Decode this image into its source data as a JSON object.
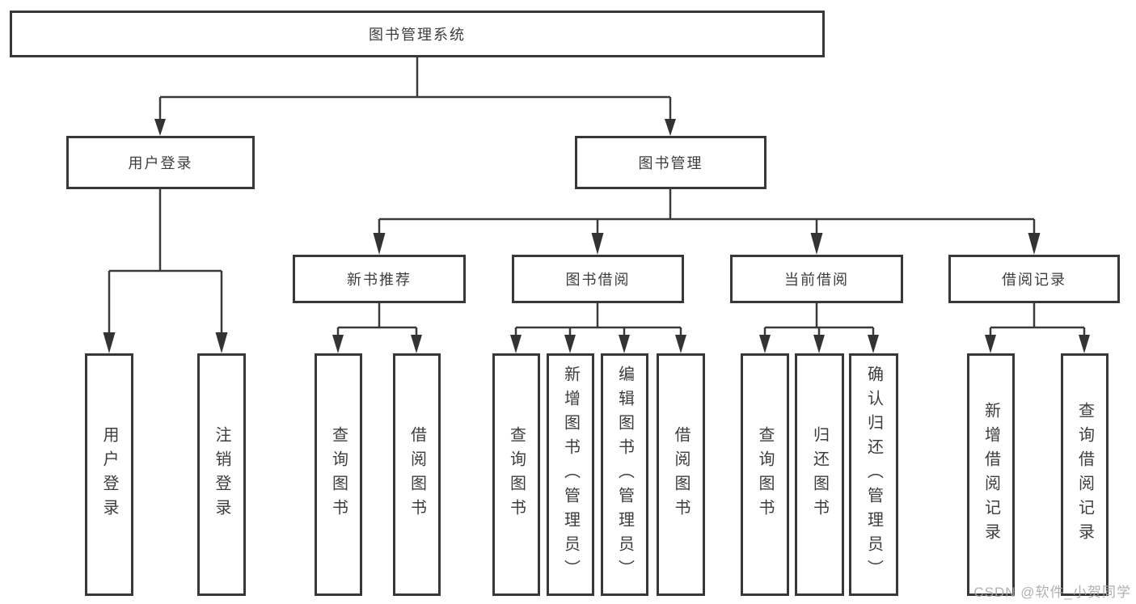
{
  "tree": {
    "root": {
      "label": "图书管理系统",
      "children": [
        {
          "label": "用户登录",
          "children": [
            {
              "label": "用户登录"
            },
            {
              "label": "注销登录"
            }
          ]
        },
        {
          "label": "图书管理",
          "children": [
            {
              "label": "新书推荐",
              "children": [
                {
                  "label": "查询图书"
                },
                {
                  "label": "借阅图书"
                }
              ]
            },
            {
              "label": "图书借阅",
              "children": [
                {
                  "label": "查询图书"
                },
                {
                  "label": "新增图书（管理员）"
                },
                {
                  "label": "编辑图书（管理员）"
                },
                {
                  "label": "借阅图书"
                }
              ]
            },
            {
              "label": "当前借阅",
              "children": [
                {
                  "label": "查询图书"
                },
                {
                  "label": "归还图书"
                },
                {
                  "label": "确认归还（管理员）"
                }
              ]
            },
            {
              "label": "借阅记录",
              "children": [
                {
                  "label": "新增借阅记录"
                },
                {
                  "label": "查询借阅记录"
                }
              ]
            }
          ]
        }
      ]
    }
  },
  "watermark": {
    "text": "CSDN @软件_小贺同学"
  },
  "colors": {
    "line": "#3a3a3a",
    "box_border": "#383838",
    "text": "#3d3d3d",
    "watermark": "#a8a8a8",
    "background": "#ffffff"
  }
}
